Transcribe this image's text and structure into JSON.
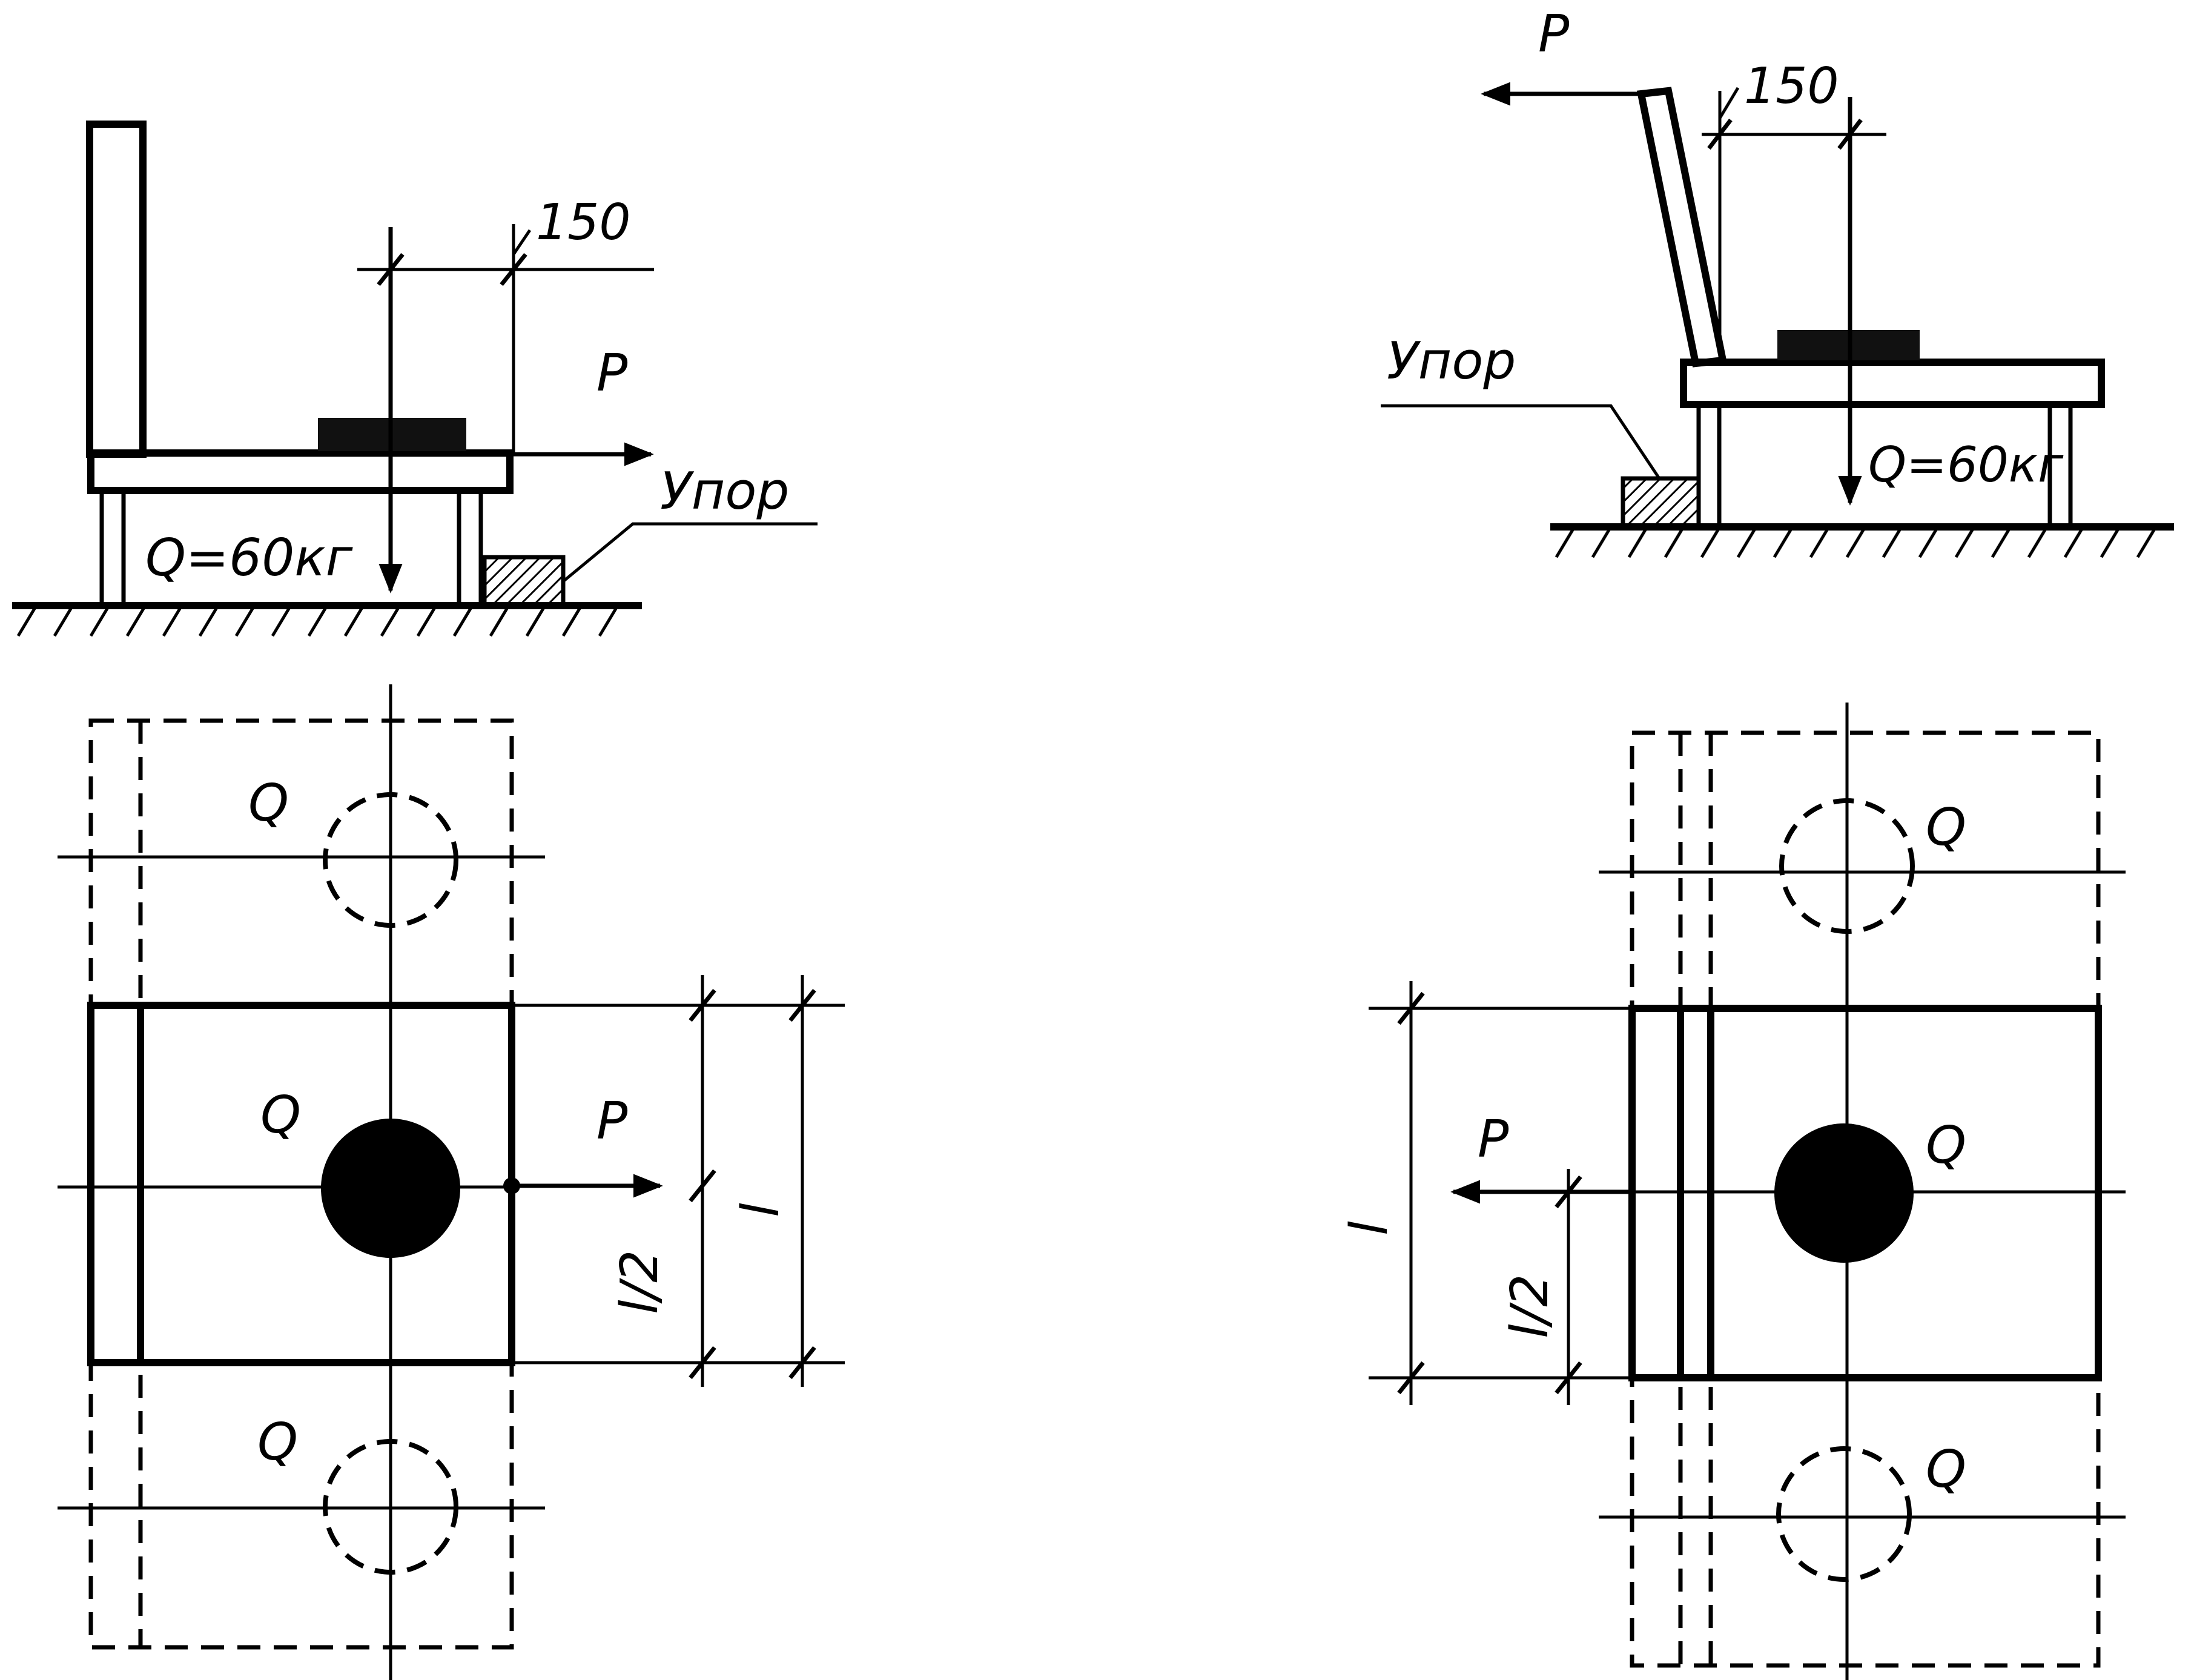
{
  "left_side_view": {
    "dimension": "150",
    "force_label": "P",
    "stop_label": "Упор",
    "load_label": "Q=60кг"
  },
  "right_side_view": {
    "dimension": "150",
    "force_label": "P",
    "stop_label": "Упор",
    "load_label": "Q=60кг"
  },
  "left_plan_view": {
    "load_top": "Q",
    "load_center": "Q",
    "load_bottom": "Q",
    "force_label": "P",
    "half_length": "l/2",
    "length": "l"
  },
  "right_plan_view": {
    "load_top": "Q",
    "load_center": "Q",
    "load_bottom": "Q",
    "force_label": "P",
    "half_length": "l/2",
    "length": "l"
  }
}
